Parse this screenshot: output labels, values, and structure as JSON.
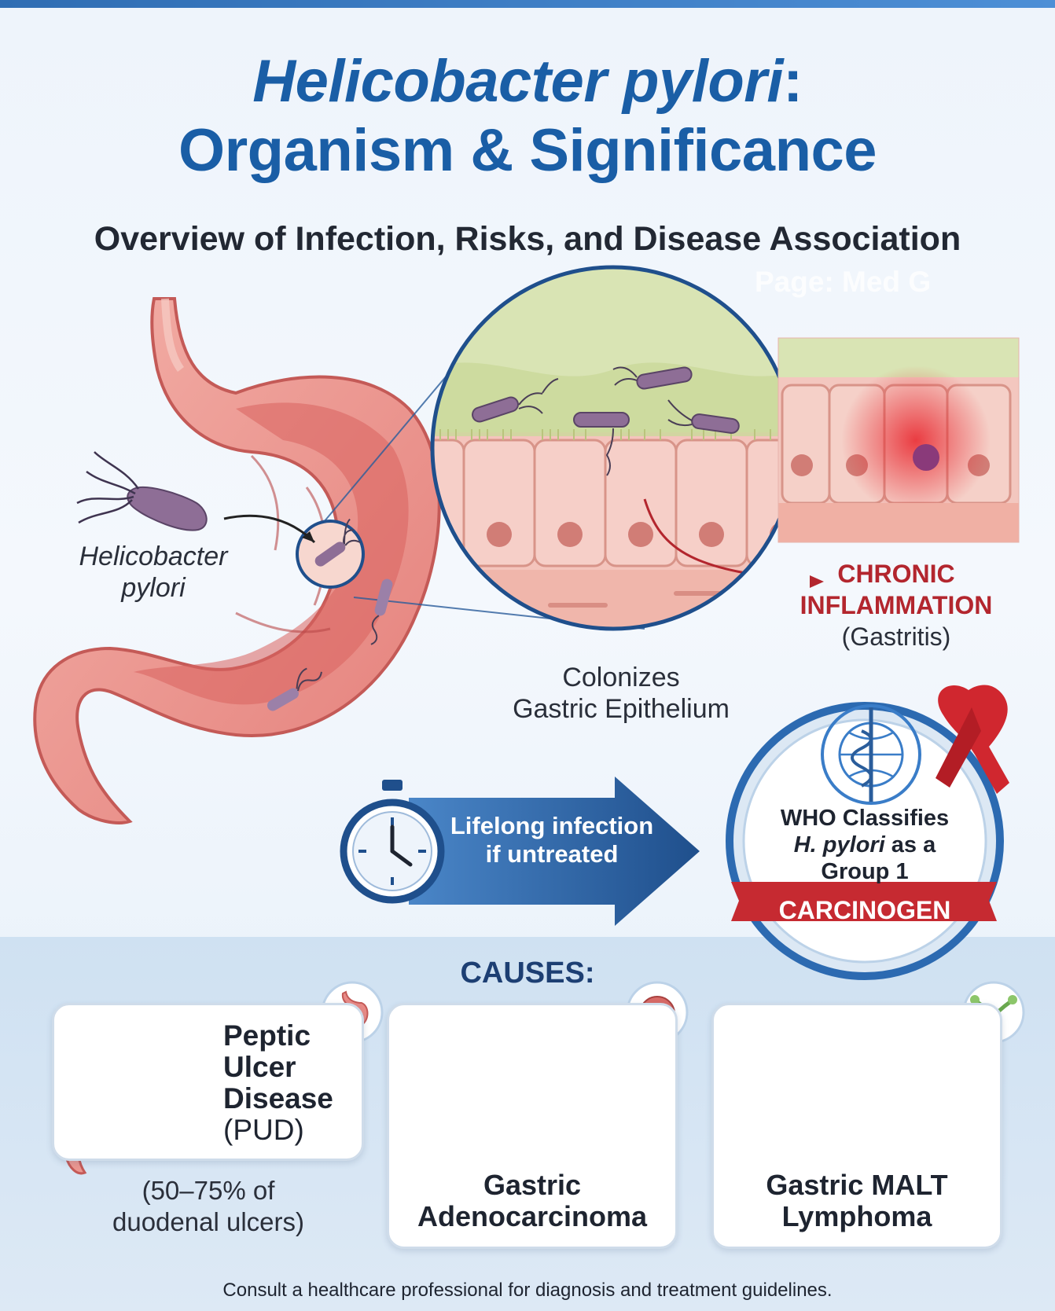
{
  "title": {
    "part1_italic": "Helicobacter pylori",
    "part1_suffix": ":",
    "line2": "Organism & Significance"
  },
  "subtitle": "Overview of Infection, Risks, and Disease Association",
  "watermark": "Page: Med G",
  "labels": {
    "organism_line1": "Helicobacter",
    "organism_line2": "pylori",
    "colonize_line1": "Colonizes",
    "colonize_line2": "Gastric Epithelium",
    "inflammation_line1": "CHRONIC",
    "inflammation_line2": "INFLAMMATION",
    "inflammation_sub": "(Gastritis)",
    "lifelong_line1": "Lifelong infection",
    "lifelong_line2": "if untreated"
  },
  "who": {
    "line1": "WHO Classifies",
    "line2_italic": "H. pylori",
    "line2_suffix": " as a",
    "line3": "Group 1",
    "banner": "CARCINOGEN"
  },
  "causes": {
    "heading": "CAUSES:",
    "items": [
      {
        "line1": "Peptic",
        "line2": "Ulcer",
        "line3": "Disease",
        "abbr": "(PUD)",
        "note_line1": "(50–75% of",
        "note_line2": "duodenal ulcers)"
      },
      {
        "line1": "Gastric",
        "line2": "Adenocarcinoma"
      },
      {
        "line1": "Gastric MALT",
        "line2": "Lymphoma"
      }
    ]
  },
  "footer": "Consult a healthcare professional for diagnosis and treatment guidelines.",
  "colors": {
    "title_blue": "#1a5ea6",
    "alert_red": "#b3262e",
    "arrow_blue": "#2a5d9b",
    "stomach_pink": "#e88a86"
  },
  "icons": [
    "clock-icon",
    "who-emblem-icon",
    "awareness-ribbon-icon",
    "bacterium-icon",
    "stomach-icon",
    "tumor-icon",
    "lymphocyte-icon"
  ]
}
